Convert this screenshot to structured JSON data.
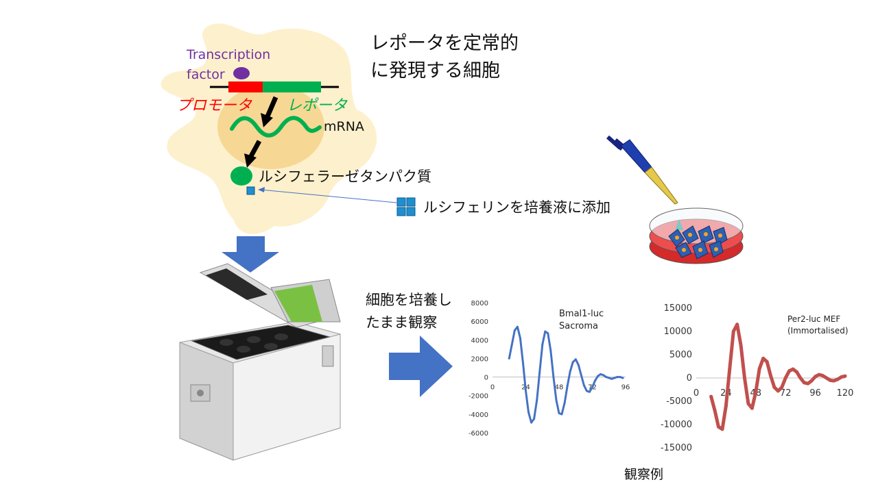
{
  "title": {
    "line1": "レポータを定常的",
    "line2": "に発現する細胞"
  },
  "cell": {
    "transcription_factor": {
      "line1": "Transcription",
      "line2": "factor"
    },
    "promoter_label": "プロモータ",
    "reporter_label": "レポータ",
    "mrna_label": "mRNA",
    "luciferase_protein_label": "ルシフェラーゼタンパク質",
    "luciferin_label": "ルシフェリンを培養液に添加"
  },
  "culture_text": {
    "line1": "細胞を培養し",
    "line2": "たまま観察"
  },
  "observation_example_label": "観察例",
  "colors": {
    "promoter": "#ff0000",
    "reporter": "#00b050",
    "transcription_factor": "#7030a0",
    "arrow_blue": "#4472c4",
    "chart1_line": "#4472c4",
    "chart2_line": "#c0504d"
  },
  "chart_data": [
    {
      "type": "line",
      "title": "Bmal1-luc Sacroma",
      "title_lines": [
        "Bmal1-luc",
        "Sacroma"
      ],
      "x_ticks": [
        "0",
        "24",
        "48",
        "72",
        "96"
      ],
      "y_ticks": [
        "8000",
        "6000",
        "4000",
        "2000",
        "0",
        "-2000",
        "-4000",
        "-6000"
      ],
      "xlim": [
        0,
        96
      ],
      "ylim": [
        -6000,
        8000
      ],
      "series": [
        {
          "x": [
            12,
            14,
            16,
            18,
            20,
            22,
            24,
            26,
            28,
            30,
            32,
            34,
            36,
            38,
            40,
            42,
            44,
            46,
            48,
            50,
            52,
            54,
            56,
            58,
            60,
            62,
            64,
            66,
            68,
            70,
            72,
            74,
            76,
            78,
            80,
            82,
            84,
            86,
            88,
            90,
            92,
            94
          ],
          "y": [
            2000,
            3500,
            5000,
            5400,
            4200,
            1500,
            -1500,
            -3800,
            -4900,
            -4500,
            -2500,
            500,
            3500,
            4900,
            4700,
            2800,
            0,
            -2500,
            -3900,
            -4000,
            -2800,
            -1000,
            600,
            1600,
            1900,
            1300,
            200,
            -900,
            -1500,
            -1600,
            -1100,
            -400,
            100,
            300,
            200,
            0,
            -100,
            -200,
            -100,
            0,
            0,
            -100
          ]
        }
      ]
    },
    {
      "type": "line",
      "title": "Per2-luc MEF (Immortalised)",
      "title_lines": [
        "Per2-luc MEF",
        "(Immortalised)"
      ],
      "x_ticks": [
        "0",
        "24",
        "48",
        "72",
        "96",
        "120"
      ],
      "y_ticks": [
        "15000",
        "10000",
        "5000",
        "0",
        "-5000",
        "-10000",
        "-15000"
      ],
      "xlim": [
        0,
        120
      ],
      "ylim": [
        -15000,
        15000
      ],
      "series": [
        {
          "x": [
            12,
            15,
            18,
            21,
            24,
            27,
            30,
            33,
            36,
            39,
            42,
            45,
            48,
            51,
            54,
            57,
            60,
            63,
            66,
            69,
            72,
            75,
            78,
            81,
            84,
            87,
            90,
            93,
            96,
            99,
            102,
            105,
            108,
            111,
            114,
            117,
            120
          ],
          "y": [
            -4000,
            -7000,
            -10500,
            -11000,
            -6000,
            2000,
            10000,
            11500,
            7000,
            0,
            -5500,
            -6500,
            -3000,
            2000,
            4200,
            3500,
            500,
            -2000,
            -2800,
            -2000,
            0,
            1500,
            1900,
            1300,
            0,
            -1000,
            -1200,
            -600,
            300,
            700,
            500,
            0,
            -500,
            -600,
            -300,
            200,
            400
          ]
        }
      ]
    }
  ]
}
